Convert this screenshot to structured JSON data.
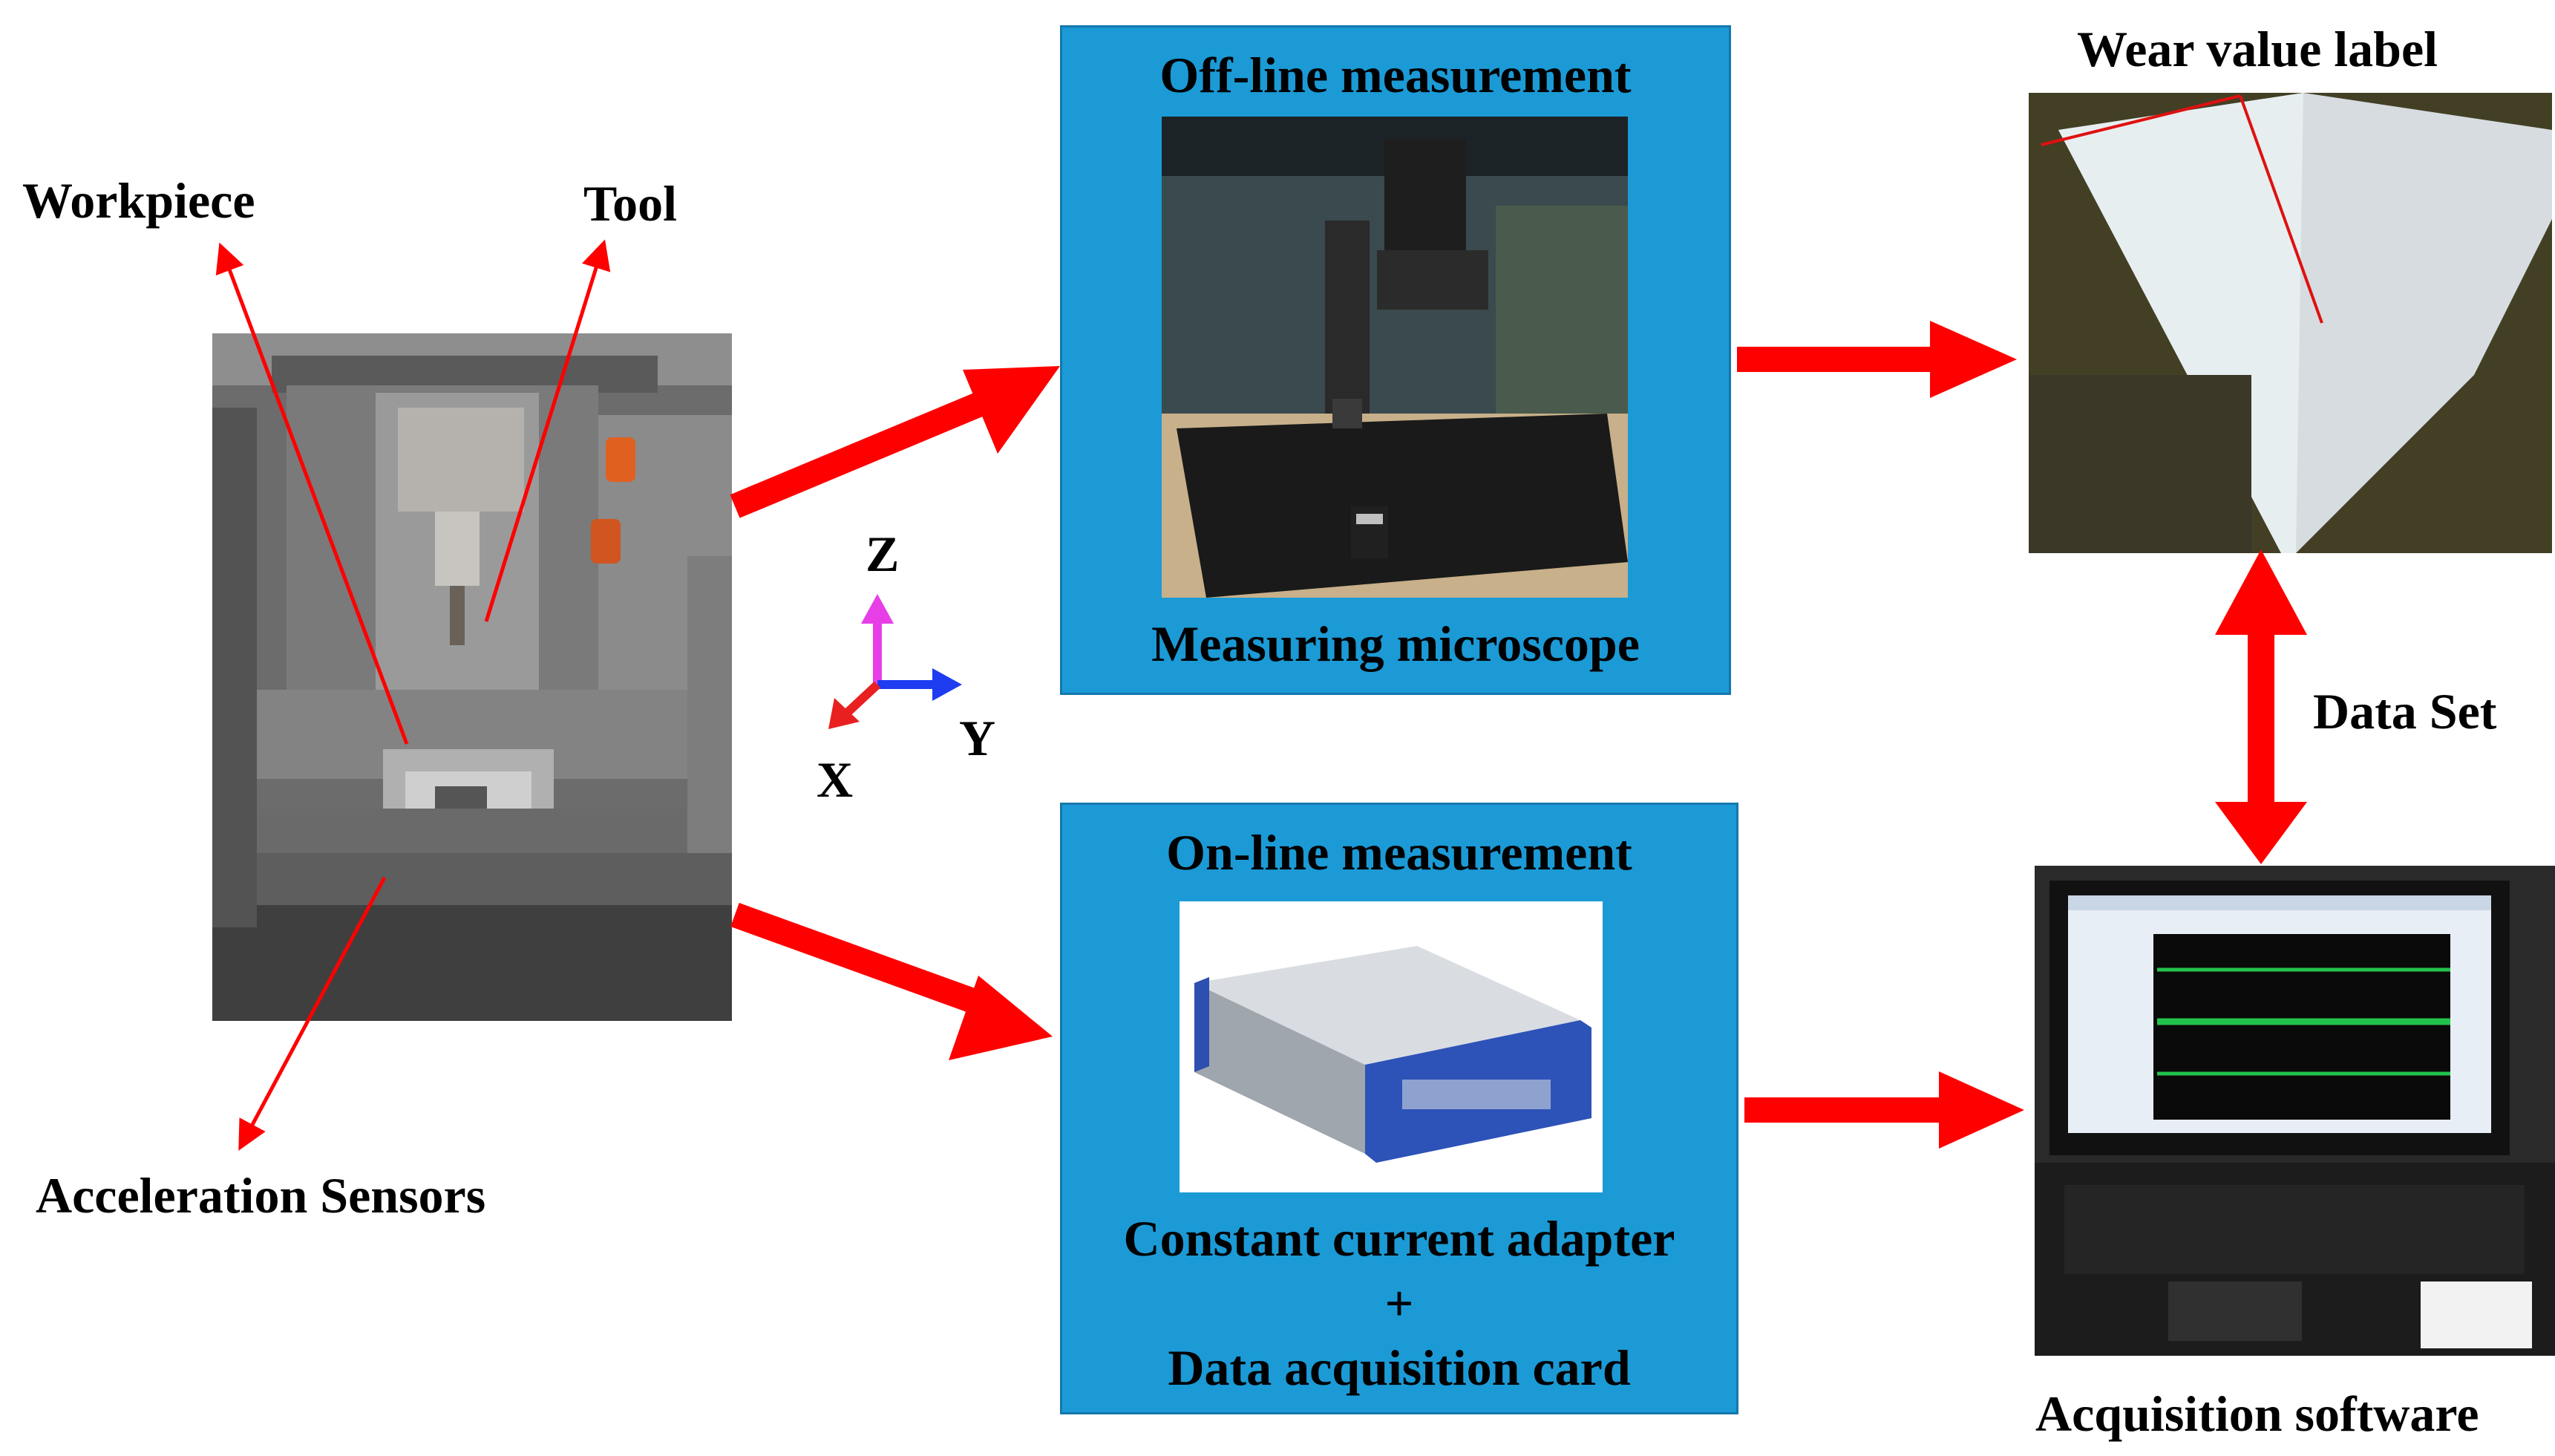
{
  "machine": {
    "workpiece_label": "Workpiece",
    "tool_label": "Tool",
    "sensors_label": "Acceleration Sensors"
  },
  "axes": {
    "z": "Z",
    "y": "Y",
    "x": "X"
  },
  "offline": {
    "title": "Off-line measurement",
    "caption": "Measuring microscope"
  },
  "online": {
    "title": "On-line measurement",
    "caption_line1": "Constant current adapter",
    "caption_plus": "+",
    "caption_line2": "Data acquisition card"
  },
  "wear": {
    "title": "Wear value label"
  },
  "link": {
    "label": "Data Set"
  },
  "software": {
    "caption": "Acquisition software"
  },
  "colors": {
    "panel": "#1b9ad6",
    "arrow": "#ff0000",
    "axis_z": "#e83ee8",
    "axis_y": "#1e3cf0",
    "axis_x": "#e82020"
  }
}
